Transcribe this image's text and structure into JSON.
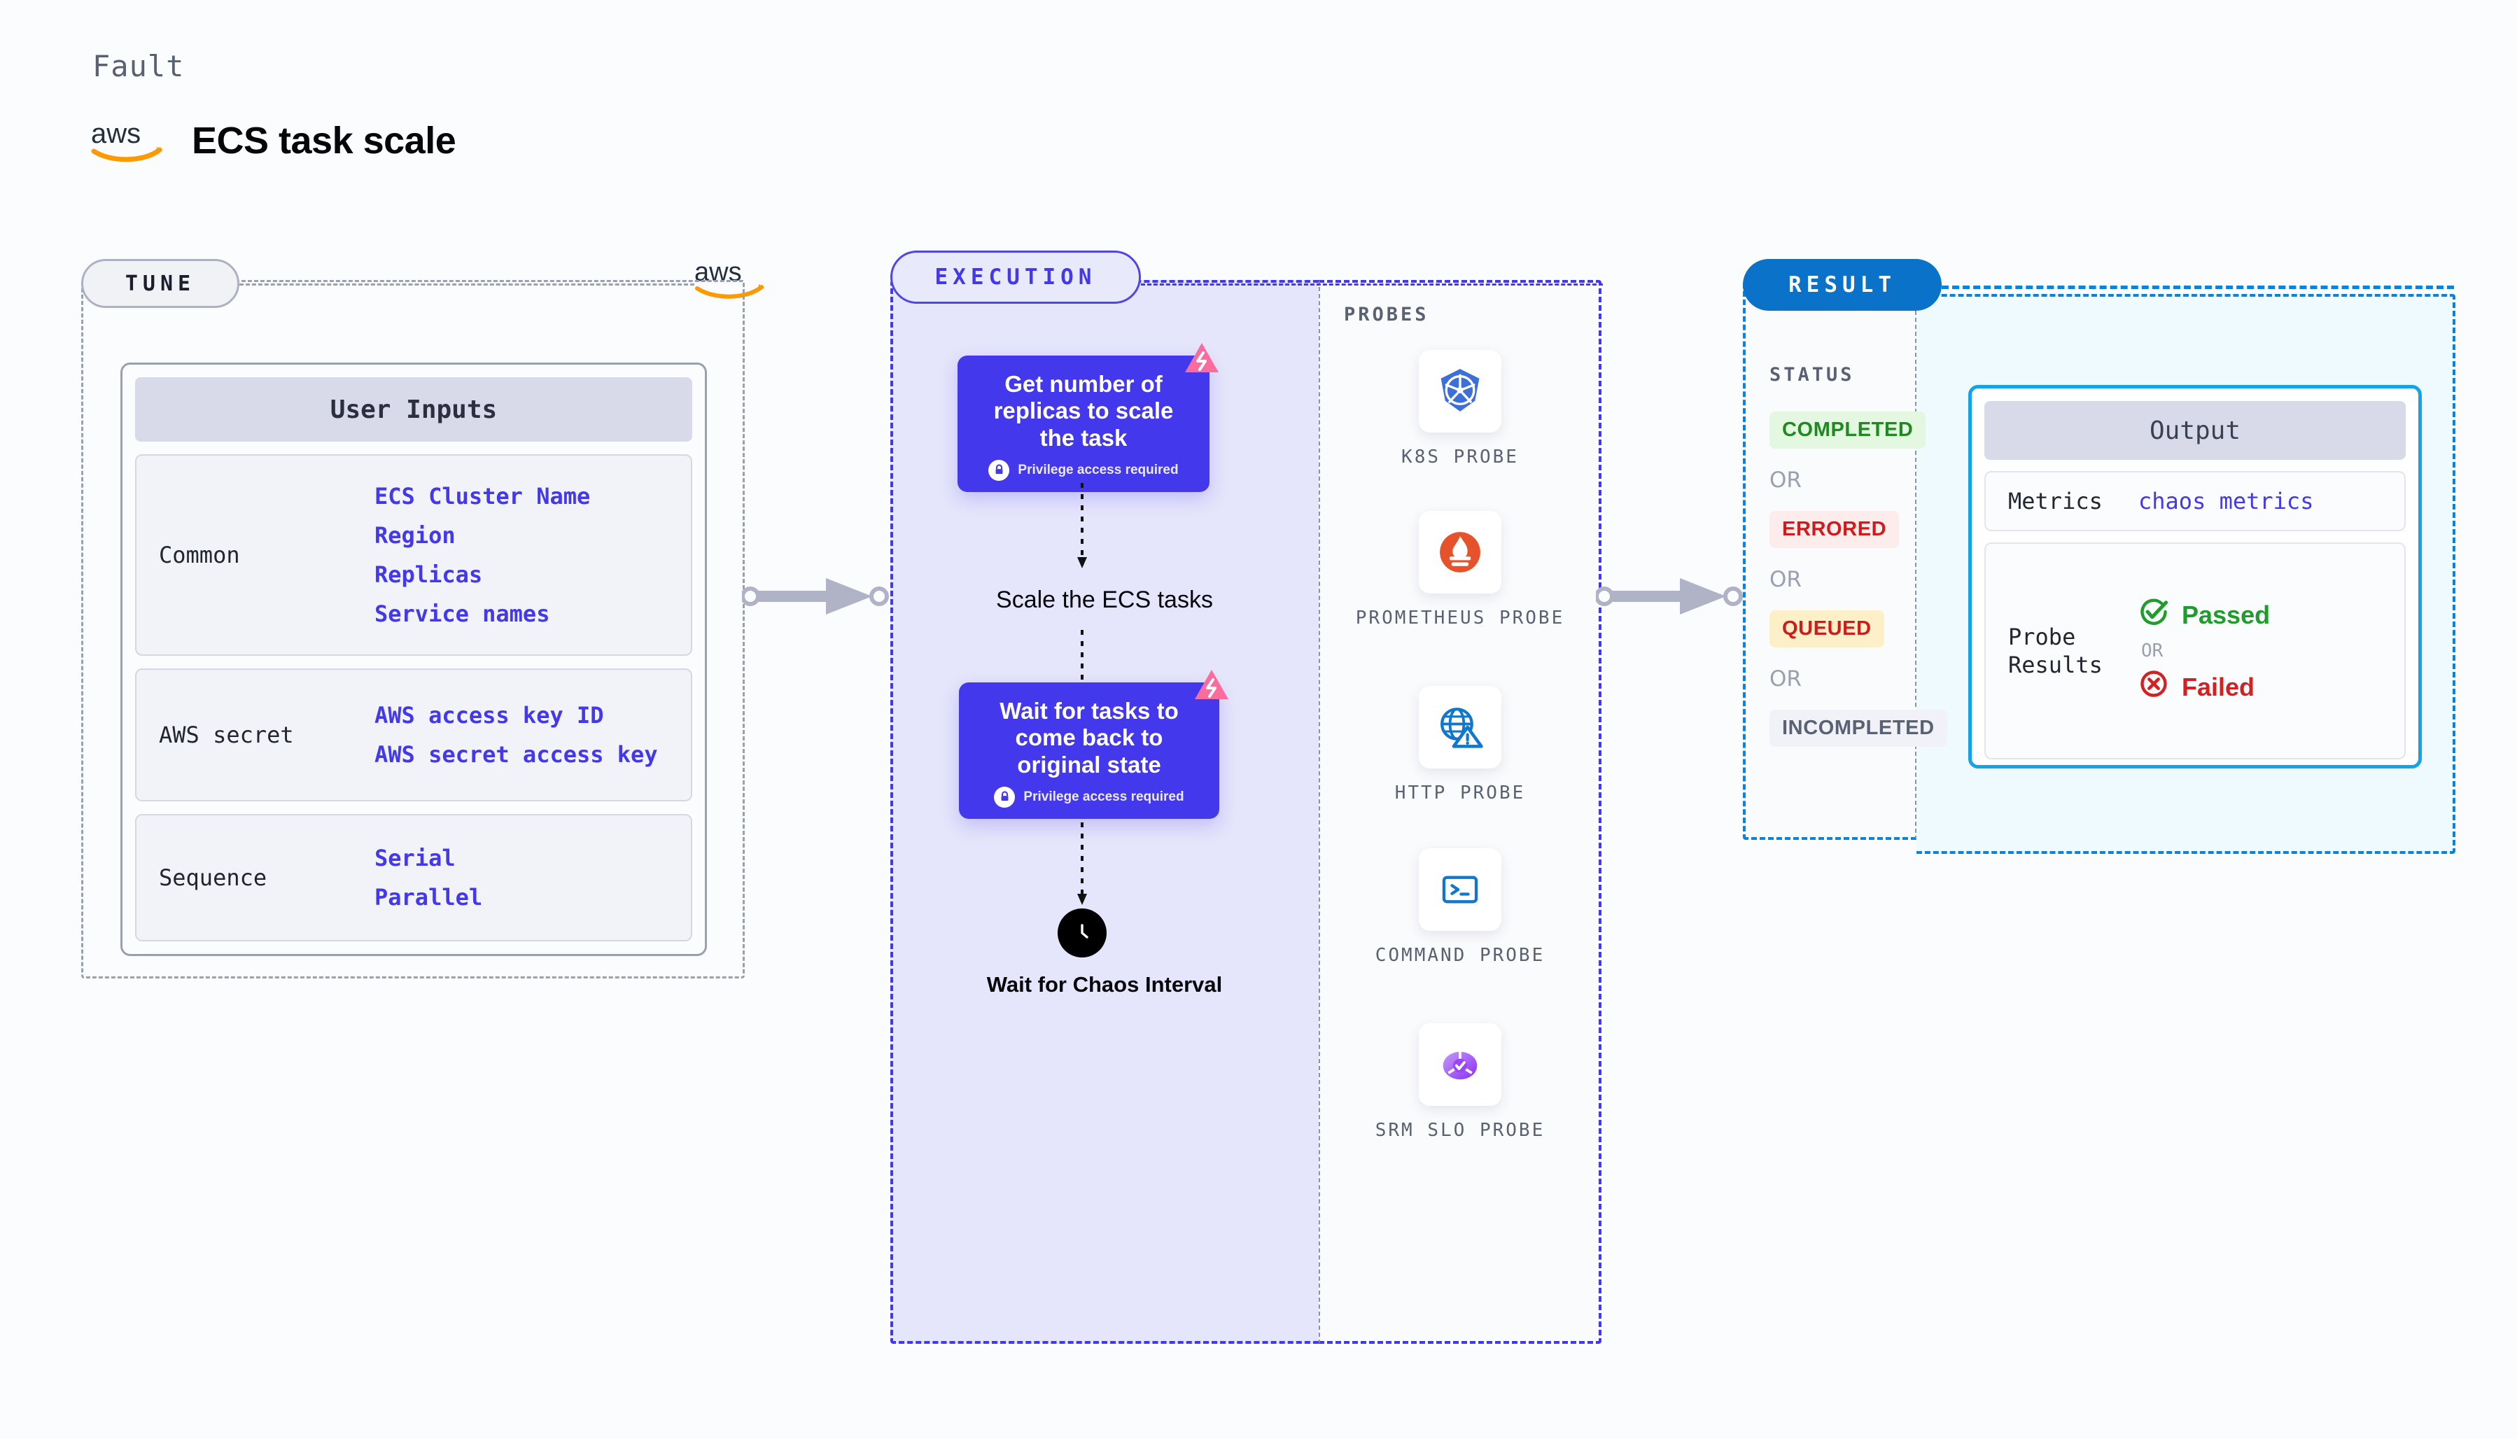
{
  "header": {
    "eyebrow": "Fault",
    "title": "ECS task scale",
    "logo_icon": "aws-logo"
  },
  "tune": {
    "badge": "TUNE",
    "aws_icon": "aws-logo",
    "card_title": "User Inputs",
    "groups": [
      {
        "label": "Common",
        "values": [
          "ECS Cluster Name",
          "Region",
          "Replicas",
          "Service names"
        ]
      },
      {
        "label": "AWS secret",
        "values": [
          "AWS access key ID",
          "AWS secret access key"
        ]
      },
      {
        "label": "Sequence",
        "values": [
          "Serial",
          "Parallel"
        ]
      }
    ]
  },
  "execution": {
    "badge": "EXECUTION",
    "node1": {
      "title": "Get number of replicas to scale the task",
      "privilege": "Privilege access required"
    },
    "mid_text": "Scale the ECS tasks",
    "node2": {
      "title": "Wait for tasks to come back to original state",
      "privilege": "Privilege access required"
    },
    "wait_label": "Wait for Chaos Interval",
    "clock_icon": "clock-icon"
  },
  "probes": {
    "title": "PROBES",
    "items": [
      {
        "name": "K8S PROBE",
        "icon": "kubernetes-icon"
      },
      {
        "name": "PROMETHEUS PROBE",
        "icon": "prometheus-icon"
      },
      {
        "name": "HTTP PROBE",
        "icon": "http-globe-warning-icon"
      },
      {
        "name": "COMMAND PROBE",
        "icon": "terminal-icon"
      },
      {
        "name": "SRM SLO PROBE",
        "icon": "srm-slo-icon"
      }
    ]
  },
  "result": {
    "badge": "RESULT",
    "status_title": "STATUS",
    "or_label": "OR",
    "statuses": [
      {
        "label": "COMPLETED",
        "bg": "#e3f7e1",
        "fg": "#1f8a1f"
      },
      {
        "label": "ERRORED",
        "bg": "#fdecec",
        "fg": "#cf1b1b"
      },
      {
        "label": "QUEUED",
        "bg": "#fdf0c8",
        "fg": "#cf1b1b"
      },
      {
        "label": "INCOMPLETED",
        "bg": "#f1f2f7",
        "fg": "#5a6173"
      }
    ]
  },
  "output": {
    "card_title": "Output",
    "metrics_label": "Metrics",
    "metrics_value": "chaos metrics",
    "probe_results_label": "Probe Results",
    "passed_label": "Passed",
    "failed_label": "Failed",
    "or_label": "OR",
    "passed_icon": "check-circle-icon",
    "failed_icon": "x-circle-icon"
  },
  "colors": {
    "accent_purple": "#4338ec",
    "accent_blue": "#0b84d8",
    "aws_orange": "#ff9900",
    "pink_ribbon": "#fb6c9e",
    "success_green": "#1f9c2c",
    "error_red": "#d32020"
  }
}
